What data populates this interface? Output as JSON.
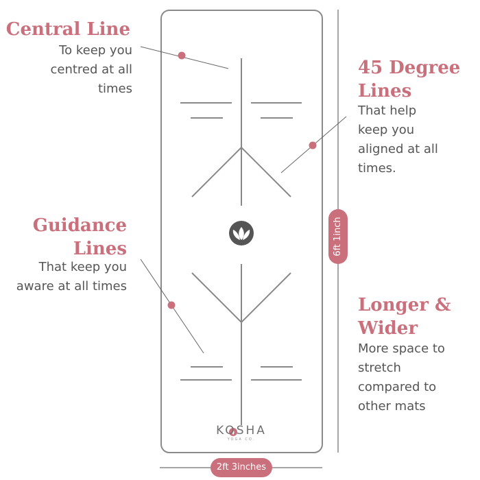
{
  "callouts": {
    "central": {
      "title": "Central Line",
      "desc_lines": [
        "To keep you",
        "centred at all",
        "times"
      ]
    },
    "degree": {
      "title_lines": [
        "45 Degree",
        "Lines"
      ],
      "desc_lines": [
        "That help",
        "keep you",
        "aligned at all",
        "times."
      ]
    },
    "guidance": {
      "title_lines": [
        "Guidance",
        "Lines"
      ],
      "desc_lines": [
        "That keep you",
        "aware at all times"
      ]
    },
    "longer": {
      "title_lines": [
        "Longer &",
        "Wider"
      ],
      "desc_lines": [
        "More space to",
        "stretch",
        "compared to",
        "other mats"
      ]
    }
  },
  "dimensions": {
    "height": "6ft 1inch",
    "width": "2ft 3inches"
  },
  "brand": {
    "name": "KOSHA",
    "tagline": "YOGA CO."
  },
  "colors": {
    "accent": "#c9707c",
    "mat_line": "#888888",
    "text": "#555555",
    "mat_border": "#8a8a8a"
  },
  "icons": {
    "logo": "lotus-logo-icon"
  }
}
